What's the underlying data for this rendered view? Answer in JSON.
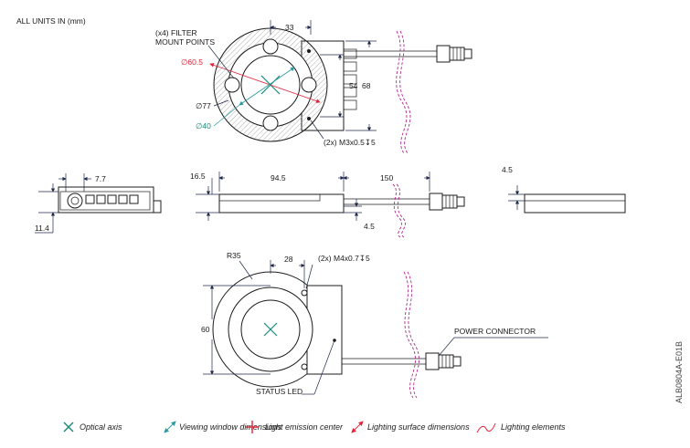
{
  "header": {
    "units_note": "ALL UNITS IN (mm)"
  },
  "side_code": "ALB0804A-E01B",
  "top_view": {
    "filter_label_1": "(x4) FILTER",
    "filter_label_2": "MOUNT POINTS",
    "dim_33": "33",
    "dim_60_5": "∅60.5",
    "dim_77": "∅77",
    "dim_40": "∅40",
    "dim_54": "54",
    "dim_68": "68",
    "screw_note": "(2x) M3x0.5↧5"
  },
  "side_views": {
    "dim_7_7": "7.7",
    "dim_11_4": "11.4",
    "dim_16_5": "16.5",
    "dim_94_5": "94.5",
    "dim_150": "150",
    "dim_4_5_bottom": "4.5",
    "dim_4_5_right": "4.5"
  },
  "bottom_view": {
    "r35": "R35",
    "dim_28": "28",
    "screw_note": "(2x) M4x0.7↧5",
    "dim_60": "60",
    "power_connector": "POWER CONNECTOR",
    "status_led": "STATUS LED"
  },
  "legend": {
    "items": [
      {
        "label": "Optical axis",
        "color": "#1a8a7a"
      },
      {
        "label": "Viewing window dimensions",
        "color": "#2a9aa0"
      },
      {
        "label": "Light emission center",
        "color": "#e0243a"
      },
      {
        "label": "Lighting surface dimensions",
        "color": "#e0243a"
      },
      {
        "label": "Lighting elements",
        "color": "#e0243a"
      }
    ]
  }
}
